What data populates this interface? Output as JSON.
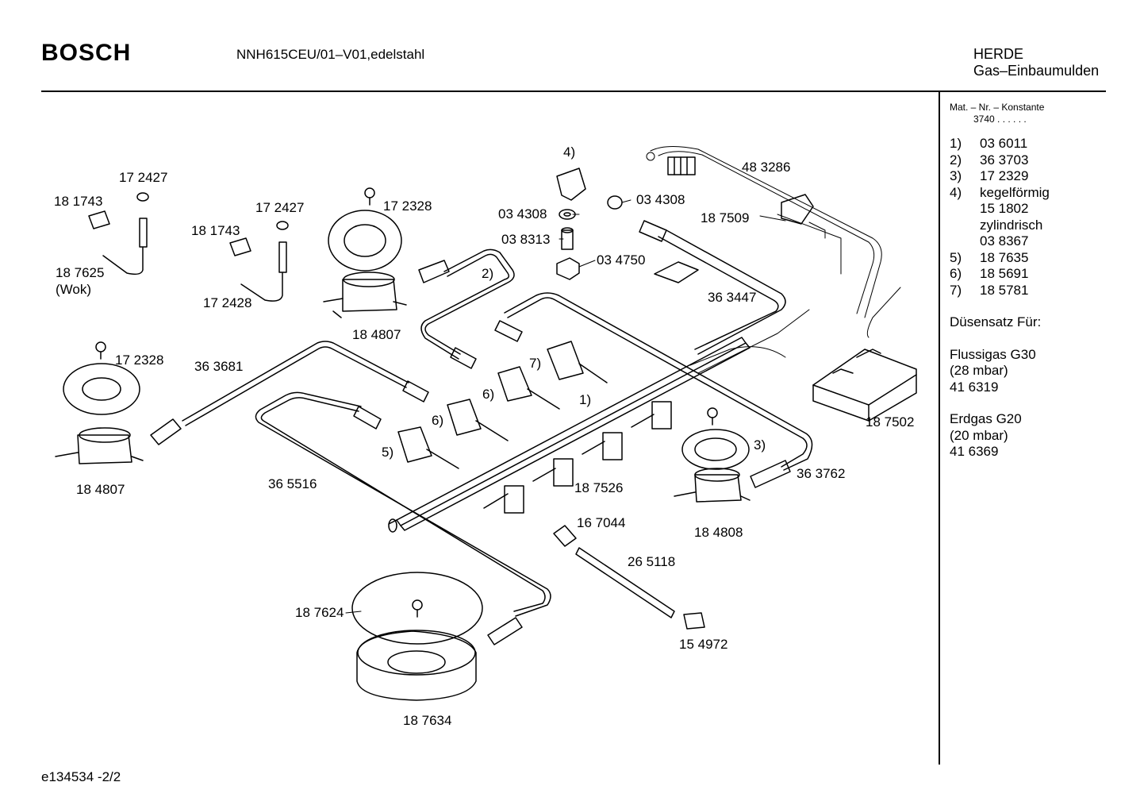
{
  "header": {
    "brand": "BOSCH",
    "model": "NNH615CEU/01–V01,edelstahl",
    "category_line1": "HERDE",
    "category_line2": "Gas–Einbaumulden"
  },
  "sidebar": {
    "mat_title": "Mat. – Nr. – Konstante",
    "mat_value": "3740  .  .   .  .  .  .",
    "items": [
      {
        "num": "1)",
        "lines": [
          "03 6011"
        ]
      },
      {
        "num": "2)",
        "lines": [
          "36 3703"
        ]
      },
      {
        "num": "3)",
        "lines": [
          "17 2329"
        ]
      },
      {
        "num": "4)",
        "lines": [
          "kegelförmig",
          "15 1802",
          "zylindrisch",
          "03 8367"
        ]
      },
      {
        "num": "5)",
        "lines": [
          "18 7635"
        ]
      },
      {
        "num": "6)",
        "lines": [
          "18 5691"
        ]
      },
      {
        "num": "7)",
        "lines": [
          "18 5781"
        ]
      }
    ],
    "nozzle_title": "Düsensatz Für:",
    "gas1": [
      "Flussigas G30",
      "(28 mbar)",
      "41 6319"
    ],
    "gas2": [
      "Erdgas G20",
      "(20 mbar)",
      "41 6369"
    ]
  },
  "footer": "e134534   -2/2",
  "labels": [
    {
      "id": "p172427a",
      "text": "17 2427"
    },
    {
      "id": "p181743a",
      "text": "18 1743"
    },
    {
      "id": "p187625",
      "text": "18 7625"
    },
    {
      "id": "pwok",
      "text": "(Wok)"
    },
    {
      "id": "p172427b",
      "text": "17 2427"
    },
    {
      "id": "p181743b",
      "text": "18 1743"
    },
    {
      "id": "p172428",
      "text": "17 2428"
    },
    {
      "id": "p172328a",
      "text": "17 2328"
    },
    {
      "id": "p184807a",
      "text": "18 4807"
    },
    {
      "id": "p172328b",
      "text": "17 2328"
    },
    {
      "id": "p363681",
      "text": "36 3681"
    },
    {
      "id": "p184807b",
      "text": "18 4807"
    },
    {
      "id": "p365516",
      "text": "36 5516"
    },
    {
      "id": "p4",
      "text": "4)"
    },
    {
      "id": "p034308a",
      "text": "03 4308"
    },
    {
      "id": "p034308b",
      "text": "03 4308"
    },
    {
      "id": "p038313",
      "text": "03 8313"
    },
    {
      "id": "p034750",
      "text": "03 4750"
    },
    {
      "id": "p2",
      "text": "2)"
    },
    {
      "id": "p7",
      "text": "7)"
    },
    {
      "id": "p6a",
      "text": "6)"
    },
    {
      "id": "p6b",
      "text": "6)"
    },
    {
      "id": "p5",
      "text": "5)"
    },
    {
      "id": "p1",
      "text": "1)"
    },
    {
      "id": "p483286",
      "text": "48 3286"
    },
    {
      "id": "p187509",
      "text": "18 7509"
    },
    {
      "id": "p363447",
      "text": "36 3447"
    },
    {
      "id": "p187502",
      "text": "18 7502"
    },
    {
      "id": "p3",
      "text": "3)"
    },
    {
      "id": "p363762",
      "text": "36 3762"
    },
    {
      "id": "p184808",
      "text": "18 4808"
    },
    {
      "id": "p187526",
      "text": "18 7526"
    },
    {
      "id": "p167044",
      "text": "16 7044"
    },
    {
      "id": "p265118",
      "text": "26 5118"
    },
    {
      "id": "p154972",
      "text": "15 4972"
    },
    {
      "id": "p187624",
      "text": "18 7624"
    },
    {
      "id": "p187634",
      "text": "18 7634"
    }
  ]
}
